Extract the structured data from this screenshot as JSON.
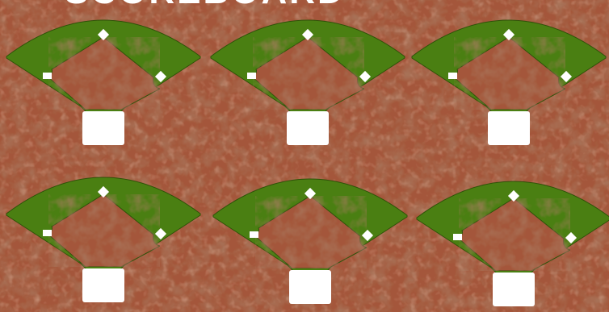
{
  "header": {
    "title": "SCOREBOARD"
  },
  "colors": {
    "dirt": "#a4573a",
    "dirt_dark": "#7d3d24",
    "dirt_light": "#c97a57",
    "grass": "#4a7f12",
    "grass_outline": "#2f5208",
    "base": "#ffffff"
  },
  "fields": [
    {
      "name": "field-1",
      "bases": [
        "first-base",
        "second-base",
        "third-base",
        "home-plate"
      ]
    },
    {
      "name": "field-2",
      "bases": [
        "first-base",
        "second-base",
        "third-base",
        "home-plate"
      ]
    },
    {
      "name": "field-3",
      "bases": [
        "first-base",
        "second-base",
        "third-base",
        "home-plate"
      ]
    },
    {
      "name": "field-4",
      "bases": [
        "first-base",
        "second-base",
        "third-base",
        "home-plate"
      ]
    },
    {
      "name": "field-5",
      "bases": [
        "first-base",
        "second-base",
        "third-base",
        "home-plate"
      ]
    },
    {
      "name": "field-6",
      "bases": [
        "first-base",
        "second-base",
        "third-base",
        "home-plate"
      ]
    }
  ]
}
